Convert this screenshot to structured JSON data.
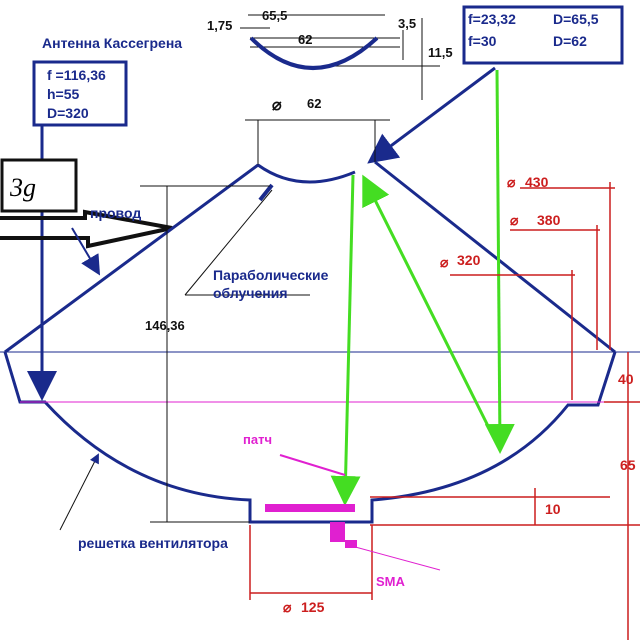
{
  "title": "Антенна Кассегрена",
  "sub_box": {
    "f1": "f=23,32",
    "d1": "D=65,5",
    "f2": "f=30",
    "d2": "D=62"
  },
  "main_box": {
    "f": "f =116,36",
    "h": "h=55",
    "d": "D=320"
  },
  "sub_dims": {
    "outer": "65,5",
    "inner": "62",
    "rim": "1,75",
    "lip": "3,5",
    "depth": "11,5"
  },
  "diam_sub": "62",
  "height": "146,36",
  "diam": {
    "d430": "430",
    "d380": "380",
    "d320": "320",
    "d125": "125"
  },
  "heights": {
    "h40": "40",
    "h65": "65",
    "h10": "10"
  },
  "labels": {
    "wire": "провод",
    "feed_line1": "Параболические",
    "feed_line2": "облучения",
    "grille": "решетка вентилятора",
    "patch": "патч",
    "sma": "SMA",
    "logo": "3g"
  },
  "colors": {
    "blue": "#1a2a8c",
    "green": "#44dd22",
    "red": "#cc1e1e",
    "magenta": "#e020d0"
  }
}
